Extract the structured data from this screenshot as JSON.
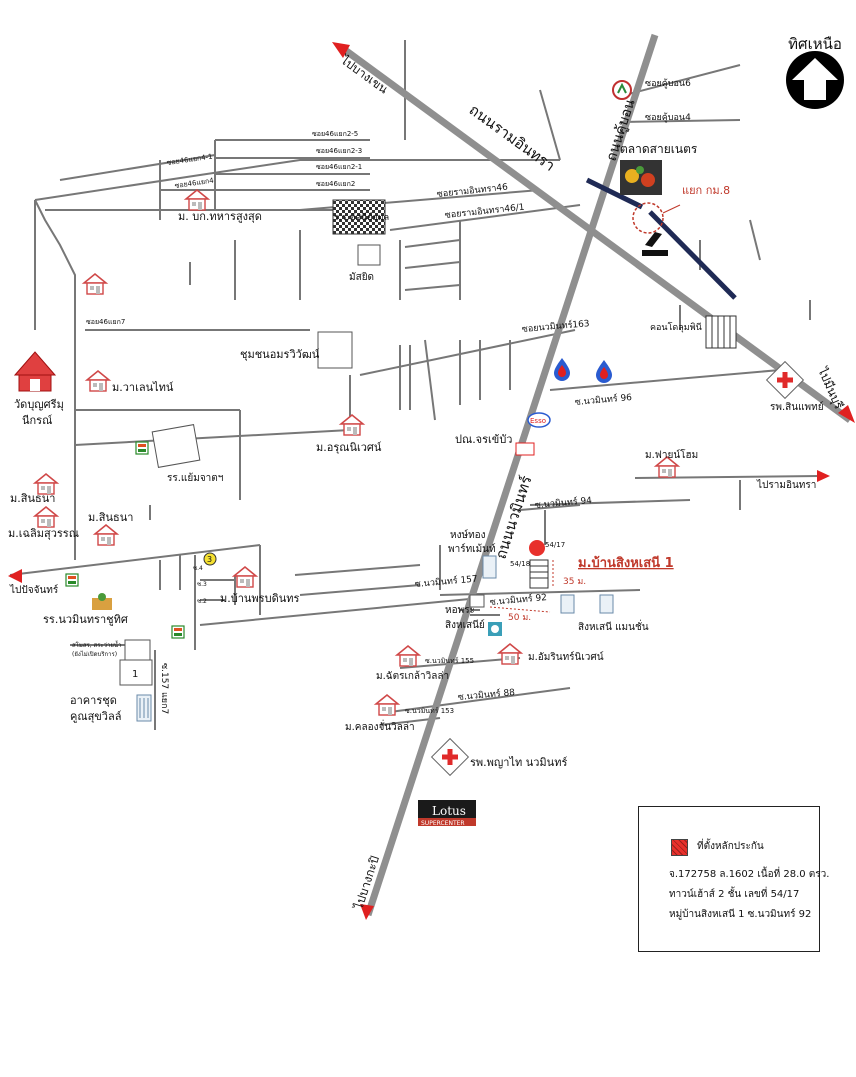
{
  "north": {
    "label": "ทิศเหนือ"
  },
  "roads": {
    "ramintra": "ถนนรามอินทรา",
    "khubon": "ถนนคู้บอน",
    "nawamin": "ถนนนวมินทร์",
    "to_bangkhen": "ไปบางเขน",
    "to_minburi": "ไปมีนบุรี",
    "to_bangkapi": "ไปบางกะปิ",
    "to_ramintra": "ไปรามอินทรา",
    "to_prachan": "ไปปัจจันทร์"
  },
  "sois": {
    "khubon6": "ซอยคู้บอน6",
    "khubon4": "ซอยคู้บอน4",
    "s46_2_5": "ซอย46แยก2-5",
    "s46_2_3": "ซอย46แยก2-3",
    "s46_2_1": "ซอย46แยก2-1",
    "s46_2": "ซอย46แยก2",
    "s46_4_1": "ซอย46แยก4-1",
    "s46_4": "ซอย46แยก4",
    "ram46": "ซอยรามอินทรา46",
    "ram46_1": "ซอยรามอินทรา46/1",
    "s46_7": "ซอย46แยก7",
    "naw163": "ซอยนวมินทร์163",
    "naw96": "ซ.นวมินทร์ 96",
    "naw94": "ซ.นวมินทร์ 94",
    "naw157": "ซ.นวมินทร์ 157",
    "naw92": "ซ.นวมินทร์ 92",
    "naw155": "ซ.นวมินทร์ 155",
    "naw88": "ซ.นวมินทร์ 88",
    "naw153": "ซ.นวมินทร์ 153",
    "naw157_7": "ซ.157 แยก7",
    "s4": "ซ.4",
    "s3": "ซ.3",
    "s2": "ซ.2"
  },
  "places": {
    "market": "ตลาดสายเนตร",
    "junction": "แยก กม.8",
    "bokor": "ม. บก.ทหารสูงสุด",
    "school_box": "ร.ร.ทัศนีย์ยมล",
    "mosque": "มัสยิด",
    "condo": "คอนโดลุมพินี",
    "community": "ชุมชนอมรวิวัฒน์",
    "valentine": "ม.วาเลนไทน์",
    "temple": "วัดบุญศรีมุนีกรณ์",
    "hospital_sinphat": "รพ.สินแพทย์",
    "arunniwet": "ม.อรุณนิเวศน์",
    "pol": "ปณ.จรเข้บัว",
    "yaemchat": "รร.แย้มจาตฯ",
    "fashion": "ม.ฟายน์โฮม",
    "sintana1": "ม.สินธนา",
    "chaloem": "ม.เฉลิมสุวรรณ",
    "sintana2": "ม.สินธนา",
    "hongthong": "หงษ์ทอง",
    "apartment": "พาร์ทเม้นท์",
    "baan_sing": "ม.บ้านสิงหเสนี 1",
    "dorm1": "หอพระ",
    "dorm2": "สิงหเสนีย์",
    "singmansion": "สิงหเสนี แมนชั่น",
    "amarin": "ม.อัมรินทร์นิเวศน์",
    "chatkla": "ม.ฉัตรเกล้าวิลล่า",
    "khlong": "ม.คลองจั่นวิลล่า",
    "nawamin_school": "รร.นวมินทราชูทิศ",
    "baan_paradise": "ม.บ้านพรบดินทร",
    "tiny_note1": "สโมสร, สระว่ายน้ำ",
    "tiny_note2": "(ยังไม่เปิดบริการ)",
    "box1": "1",
    "khun1": "อาคารชุด",
    "khun2": "คูณสุขวิลล์",
    "phyathai": "รพ.พญาไท นวมินทร์",
    "lotus": "Lotus",
    "lotus_sub": "SUPERCENTER",
    "esso": "Esso",
    "num5417": "54/17",
    "num5418": "54/18",
    "dist35": "35 ม.",
    "dist50": "50 ม.",
    "badge3": "3"
  },
  "legend": {
    "title": "ที่ตั้งหลักประกัน",
    "line1": "จ.172758 ล.1602 เนื้อที่ 28.0 ตรว.",
    "line2": "ทาวน์เฮ้าส์ 2 ชั้น เลขที่ 54/17",
    "line3": "หมู่บ้านสิงหเสนี 1 ซ.นวมินทร์ 92"
  },
  "colors": {
    "main_road": "#8f8f8f",
    "highlight_road": "#1f2a55",
    "arrow_red": "#e02020",
    "house_red": "#e05050",
    "cross_red": "#e02a2a",
    "pin_blue": "#2a5bd0",
    "target_red": "#e8302b"
  }
}
